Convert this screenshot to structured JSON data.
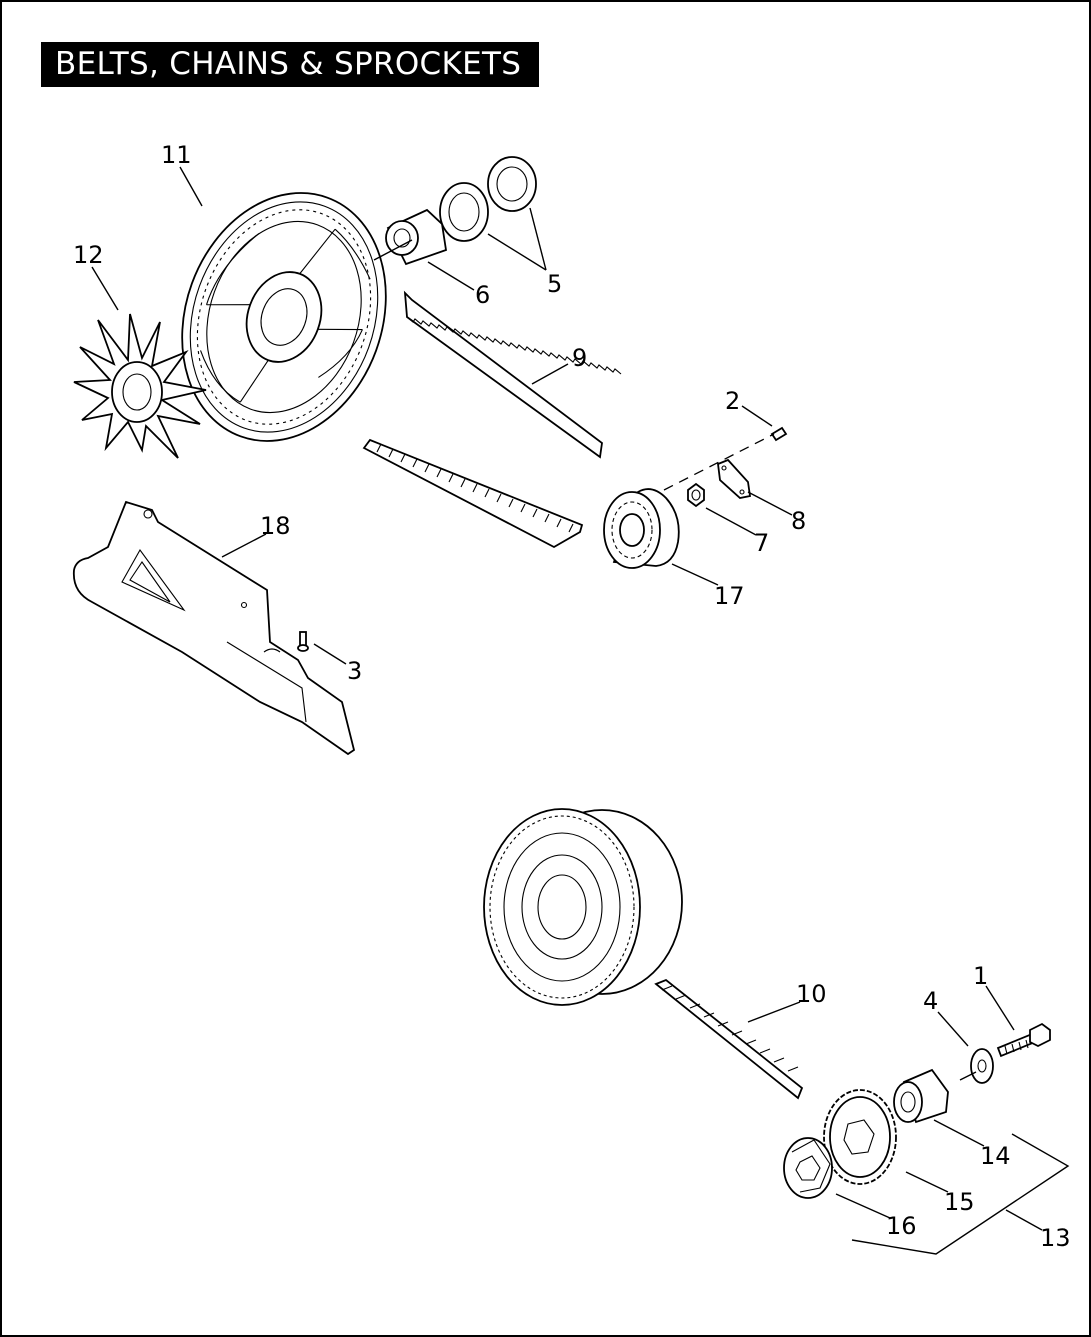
{
  "title": "BELTS, CHAINS & SPROCKETS",
  "callouts": {
    "c1": "1",
    "c2": "2",
    "c3": "3",
    "c4": "4",
    "c5": "5",
    "c6": "6",
    "c7": "7",
    "c8": "8",
    "c9": "9",
    "c10": "10",
    "c11": "11",
    "c12": "12",
    "c13": "13",
    "c14": "14",
    "c15": "15",
    "c16": "16",
    "c17": "17",
    "c18": "18"
  }
}
